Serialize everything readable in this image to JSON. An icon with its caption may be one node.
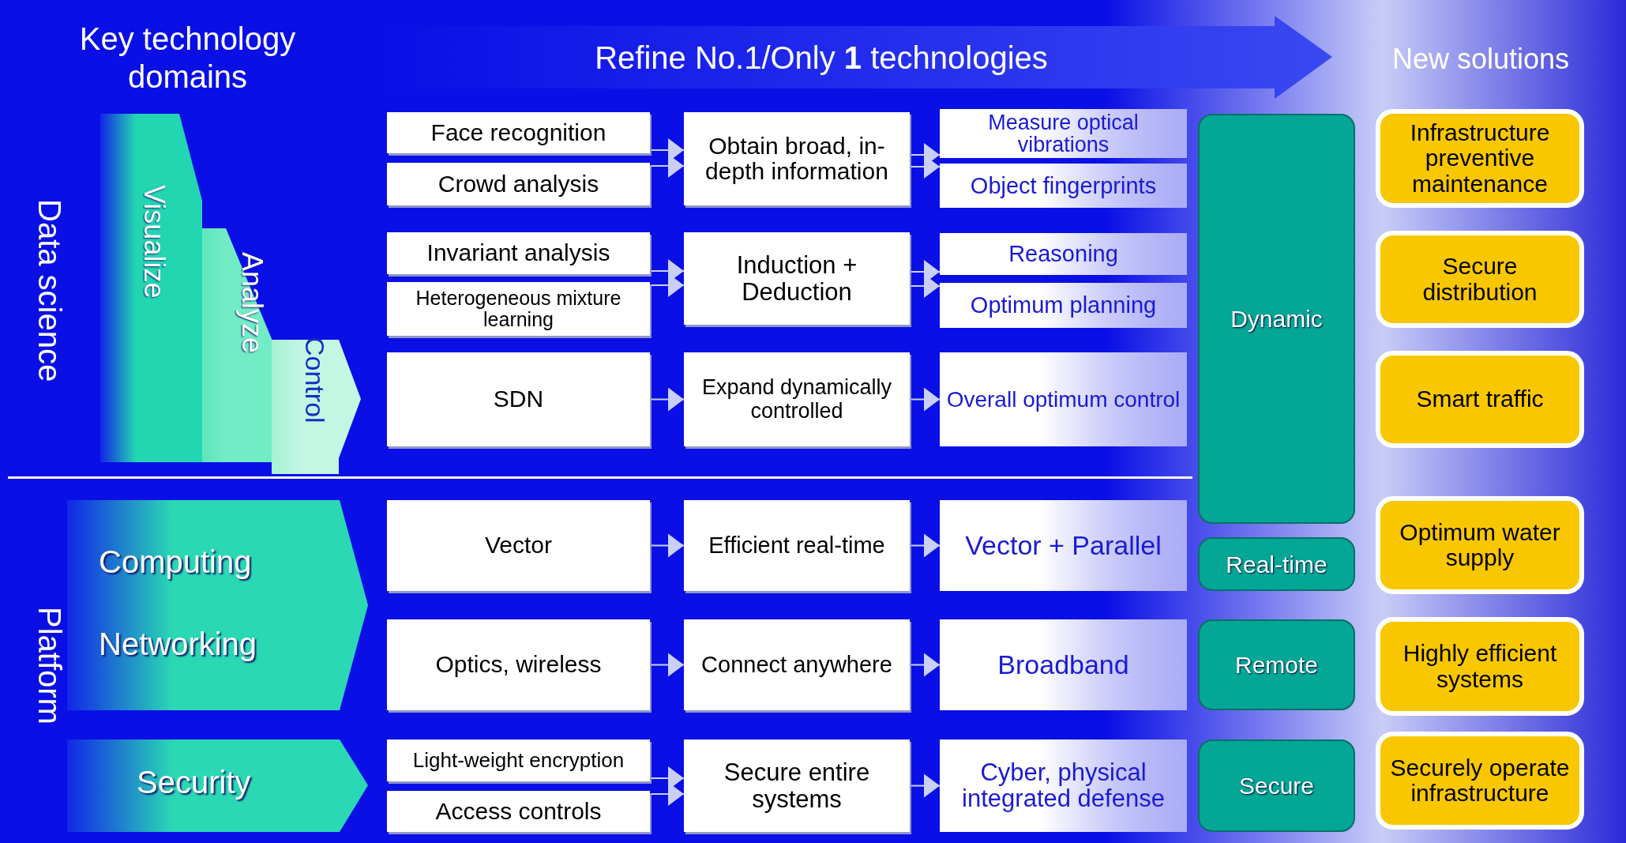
{
  "diagram": {
    "nodes": [
      {
        "text": [
          "Visualize"
        ]
      },
      {
        "text": [
          "Analyze"
        ]
      },
      {
        "text": [
          "Control"
        ]
      },
      {
        "text": [
          "Computing",
          "Networking"
        ]
      },
      {
        "text": [
          "Security"
        ]
      },
      {
        "text": [
          "Face recognition"
        ]
      },
      {
        "text": [
          "Crowd analysis"
        ]
      },
      {
        "text": [
          "Obtain broad, in-depth information"
        ]
      },
      {
        "text": [
          "Measure optical vibrations"
        ]
      },
      {
        "text": [
          "Object fingerprints"
        ]
      },
      {
        "text": [
          "Invariant analysis"
        ]
      },
      {
        "text": [
          "Heterogeneous mixture learning"
        ]
      },
      {
        "text": [
          "Induction + Deduction"
        ]
      },
      {
        "text": [
          "Reasoning"
        ]
      },
      {
        "text": [
          "Optimum planning"
        ]
      },
      {
        "text": [
          "SDN"
        ]
      },
      {
        "text": [
          "Expand dynamically controlled"
        ]
      },
      {
        "text": [
          "Overall optimum control"
        ]
      },
      {
        "text": [
          "Vector"
        ]
      },
      {
        "text": [
          "Efficient real-time"
        ]
      },
      {
        "text": [
          "Vector + Parallel"
        ]
      },
      {
        "text": [
          "Optics, wireless"
        ]
      },
      {
        "text": [
          "Connect anywhere"
        ]
      },
      {
        "text": [
          "Broadband"
        ]
      },
      {
        "text": [
          "Light-weight encryption"
        ]
      },
      {
        "text": [
          "Access controls"
        ]
      },
      {
        "text": [
          "Secure entire systems"
        ]
      },
      {
        "text": [
          "Cyber, physical integrated defense"
        ]
      },
      {
        "text": [
          "Dynamic"
        ]
      },
      {
        "text": [
          "Real-time"
        ]
      },
      {
        "text": [
          "Remote"
        ]
      },
      {
        "text": [
          "Secure"
        ]
      },
      {
        "text": [
          "Infrastructure preventive maintenance"
        ]
      },
      {
        "text": [
          "Secure distribution"
        ]
      },
      {
        "text": [
          "Smart traffic"
        ]
      },
      {
        "text": [
          "Optimum water supply"
        ]
      },
      {
        "text": [
          "Highly efficient systems"
        ]
      },
      {
        "text": [
          "Securely operate infrastructure"
        ]
      }
    ],
    "edges": [
      {
        "from": 5,
        "to": 7,
        "arrow": "to"
      },
      {
        "from": 6,
        "to": 7,
        "arrow": "to"
      },
      {
        "from": 7,
        "to": 8,
        "arrow": "to"
      },
      {
        "from": 7,
        "to": 9,
        "arrow": "to"
      },
      {
        "from": 10,
        "to": 12,
        "arrow": "to"
      },
      {
        "from": 11,
        "to": 12,
        "arrow": "to"
      },
      {
        "from": 12,
        "to": 13,
        "arrow": "to"
      },
      {
        "from": 12,
        "to": 14,
        "arrow": "to"
      },
      {
        "from": 15,
        "to": 16,
        "arrow": "to"
      },
      {
        "from": 16,
        "to": 17,
        "arrow": "to"
      },
      {
        "from": 18,
        "to": 19,
        "arrow": "to"
      },
      {
        "from": 19,
        "to": 20,
        "arrow": "to"
      },
      {
        "from": 21,
        "to": 22,
        "arrow": "to"
      },
      {
        "from": 22,
        "to": 23,
        "arrow": "to"
      },
      {
        "from": 24,
        "to": 26,
        "arrow": "to"
      },
      {
        "from": 25,
        "to": 26,
        "arrow": "to"
      },
      {
        "from": 26,
        "to": 27,
        "arrow": "to"
      }
    ],
    "labels": [
      "Key technology domains",
      "Refine No.1/Only **1** technologies",
      "New solutions",
      "Data science",
      "Platform"
    ]
  }
}
